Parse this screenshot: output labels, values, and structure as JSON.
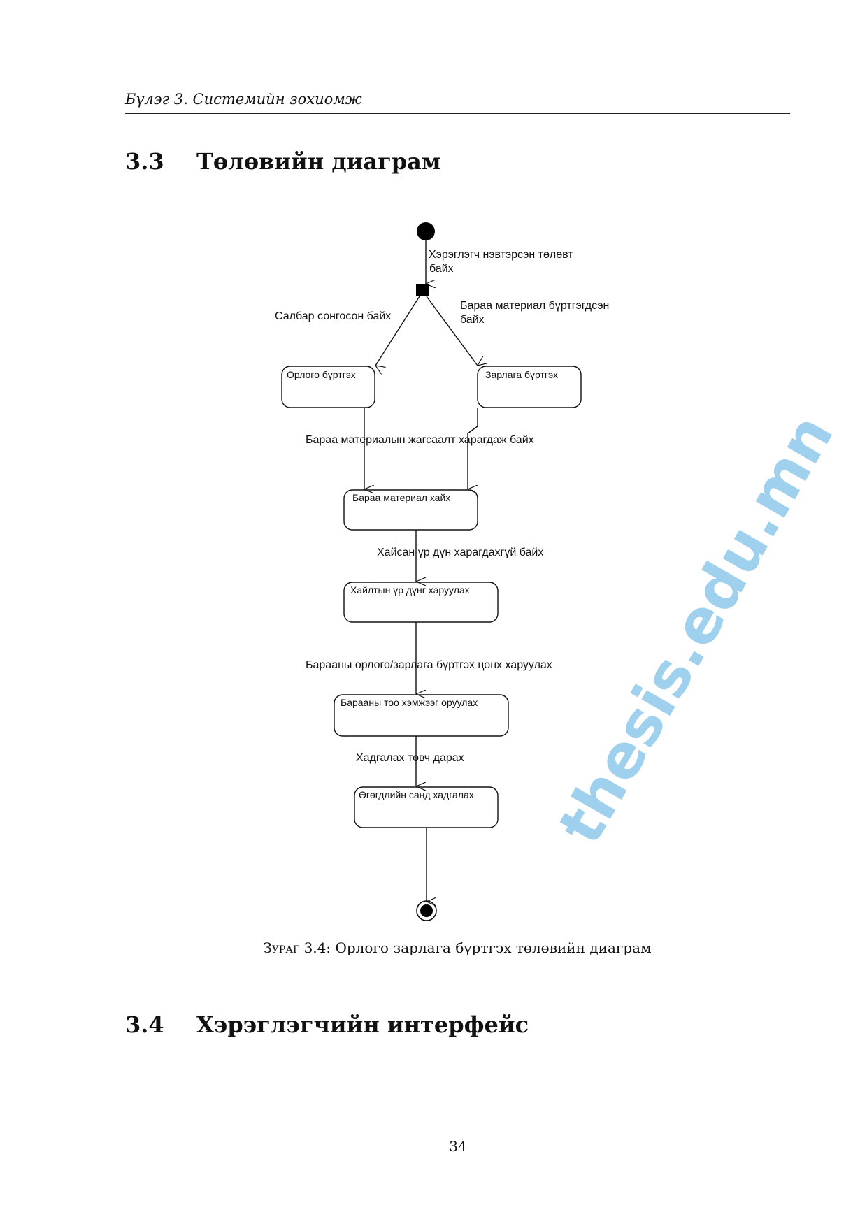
{
  "header": {
    "running_title": "Бүлэг 3.  Системийн зохиомж"
  },
  "section_33": {
    "number": "3.3",
    "title": "Төлөвийн диаграм"
  },
  "diagram": {
    "states": [
      "Орлого бүртгэх",
      "Зарлага бүртгэх",
      "Бараа материал хайх",
      "Хайлтын үр дүнг харуулах",
      "Барааны тоо хэмжээг оруулах",
      "Өгөгдлийн санд хадгалах"
    ],
    "transitions": {
      "start_line1": "Хэрэглэгч нэвтэрсэн төлөвт",
      "start_line2": "байх",
      "left_branch": "Салбар сонгосон байх",
      "right_branch_line1": "Бараа материал бүртгэгдсэн",
      "right_branch_line2": "байх",
      "to_search": "Бараа материалын жагсаалт харагдаж байх",
      "to_results": "Хайсан үр дүн харагдахгүй байх",
      "to_quantity": "Барааны орлого/зарлага бүртгэх цонх харуулах",
      "to_save": "Хадгалах товч дарах"
    },
    "watermark": "thesis.edu.mn"
  },
  "caption": {
    "label": "Зураг 3.4:",
    "text": "Орлого зарлага бүртгэх төлөвийн диаграм"
  },
  "section_34": {
    "number": "3.4",
    "title": "Хэрэглэгчийн интерфейс"
  },
  "page_number": "34"
}
